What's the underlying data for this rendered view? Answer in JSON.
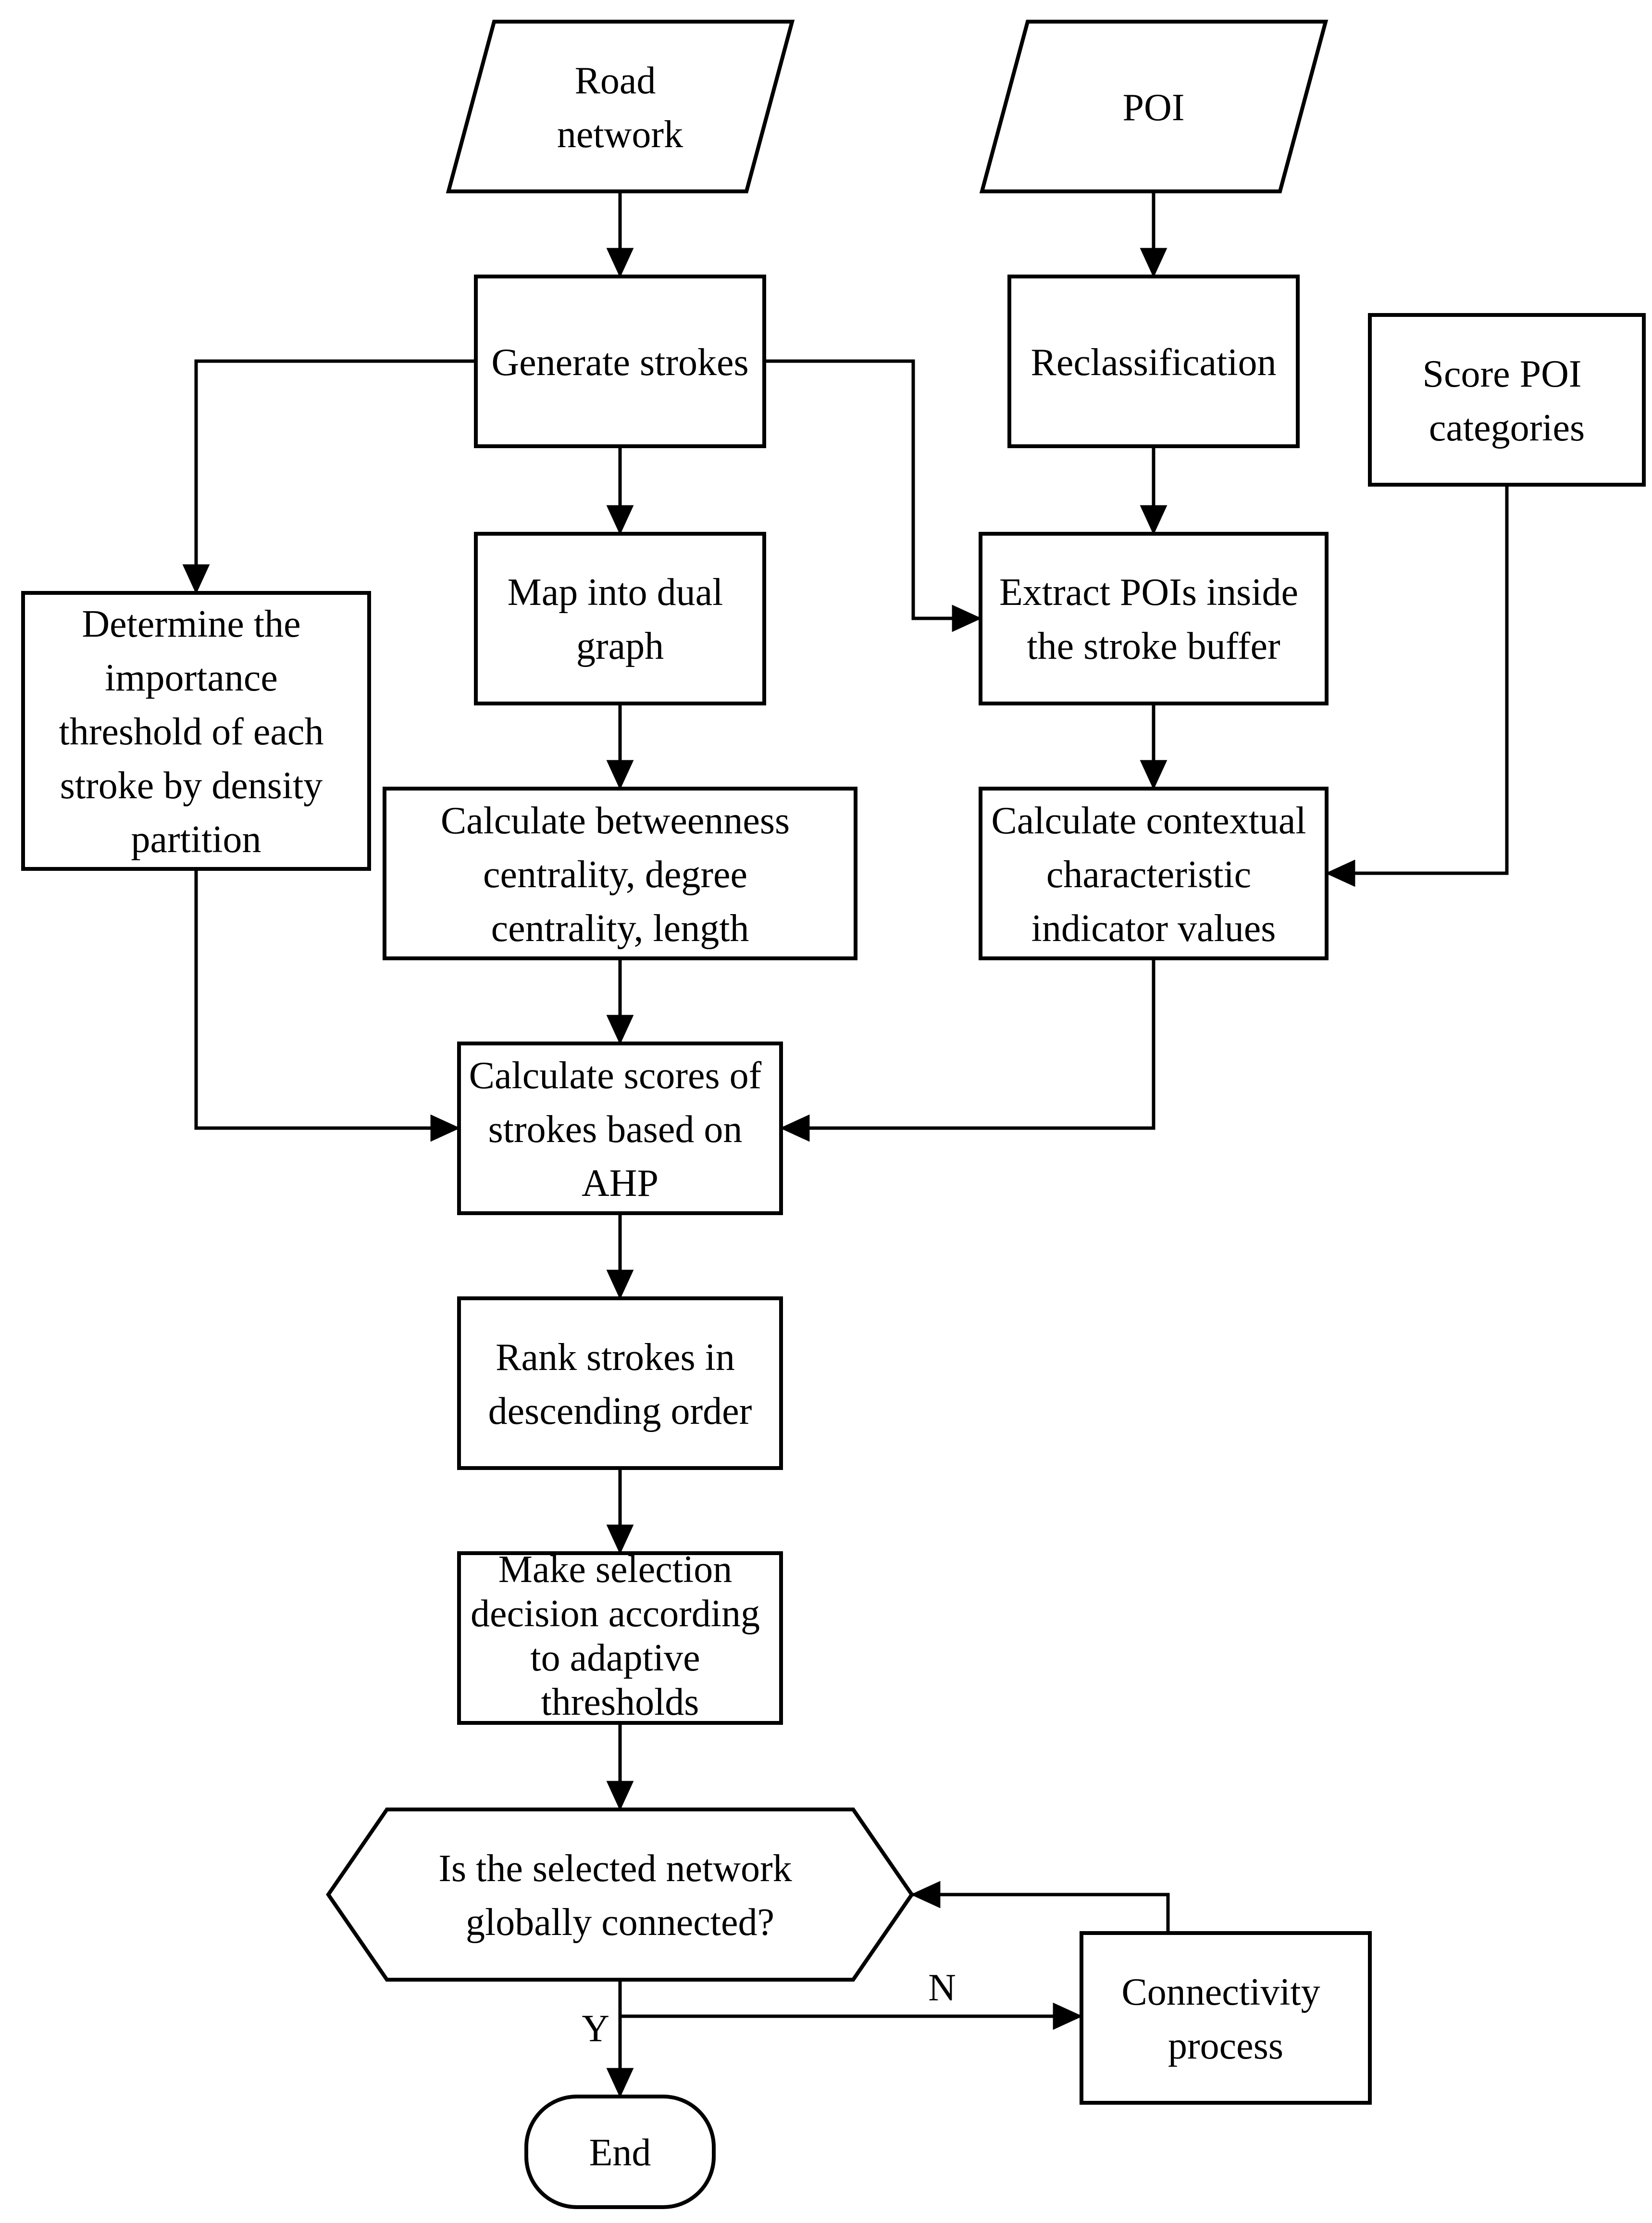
{
  "page": {
    "background": "#ffffff"
  },
  "diagram": {
    "type": "flowchart",
    "line_color": "#000000",
    "text_color": "#000000",
    "node_fill": "#ffffff",
    "nodes": {
      "road_network": {
        "shape": "parallelogram",
        "lines": [
          "Road",
          "network"
        ]
      },
      "poi": {
        "shape": "parallelogram",
        "lines": [
          "POI"
        ]
      },
      "generate_strokes": {
        "shape": "rect",
        "lines": [
          "Generate strokes"
        ]
      },
      "reclassification": {
        "shape": "rect",
        "lines": [
          "Reclassification"
        ]
      },
      "score_poi": {
        "shape": "rect",
        "lines": [
          "Score POI",
          "categories"
        ]
      },
      "map_dual_graph": {
        "shape": "rect",
        "lines": [
          "Map into dual",
          "graph"
        ]
      },
      "extract_pois": {
        "shape": "rect",
        "lines": [
          "Extract POIs inside",
          "the stroke buffer"
        ]
      },
      "determine_threshold": {
        "shape": "rect",
        "lines": [
          "Determine the",
          "importance",
          "threshold of each",
          "stroke by density",
          "partition"
        ]
      },
      "calc_centrality": {
        "shape": "rect",
        "lines": [
          "Calculate betweenness",
          "centrality, degree",
          "centrality, length"
        ]
      },
      "calc_contextual": {
        "shape": "rect",
        "lines": [
          "Calculate contextual",
          "characteristic",
          "indicator values"
        ]
      },
      "calc_scores_ahp": {
        "shape": "rect",
        "lines": [
          "Calculate scores of",
          "strokes based on",
          "AHP"
        ]
      },
      "rank_strokes": {
        "shape": "rect",
        "lines": [
          "Rank strokes in",
          "descending order"
        ]
      },
      "make_selection": {
        "shape": "rect",
        "lines": [
          "Make selection",
          "decision according",
          "to adaptive",
          "thresholds"
        ]
      },
      "connectivity_check": {
        "shape": "hexagon",
        "lines": [
          "Is the selected network",
          "globally connected?"
        ]
      },
      "connectivity_process": {
        "shape": "rect",
        "lines": [
          "Connectivity",
          "process"
        ]
      },
      "end": {
        "shape": "terminator",
        "lines": [
          "End"
        ]
      }
    },
    "edge_labels": {
      "yes": "Y",
      "no": "N"
    },
    "edges": [
      {
        "from": "road_network",
        "to": "generate_strokes"
      },
      {
        "from": "poi",
        "to": "reclassification"
      },
      {
        "from": "generate_strokes",
        "to": "map_dual_graph"
      },
      {
        "from": "generate_strokes",
        "to": "determine_threshold"
      },
      {
        "from": "generate_strokes",
        "to": "extract_pois"
      },
      {
        "from": "reclassification",
        "to": "extract_pois"
      },
      {
        "from": "map_dual_graph",
        "to": "calc_centrality"
      },
      {
        "from": "extract_pois",
        "to": "calc_contextual"
      },
      {
        "from": "score_poi",
        "to": "calc_contextual"
      },
      {
        "from": "calc_centrality",
        "to": "calc_scores_ahp"
      },
      {
        "from": "determine_threshold",
        "to": "calc_scores_ahp"
      },
      {
        "from": "calc_contextual",
        "to": "calc_scores_ahp"
      },
      {
        "from": "calc_scores_ahp",
        "to": "rank_strokes"
      },
      {
        "from": "rank_strokes",
        "to": "make_selection"
      },
      {
        "from": "make_selection",
        "to": "connectivity_check"
      },
      {
        "from": "connectivity_check",
        "to": "end",
        "label": "Y"
      },
      {
        "from": "connectivity_check",
        "to": "connectivity_process",
        "label": "N"
      },
      {
        "from": "connectivity_process",
        "to": "connectivity_check"
      }
    ]
  }
}
